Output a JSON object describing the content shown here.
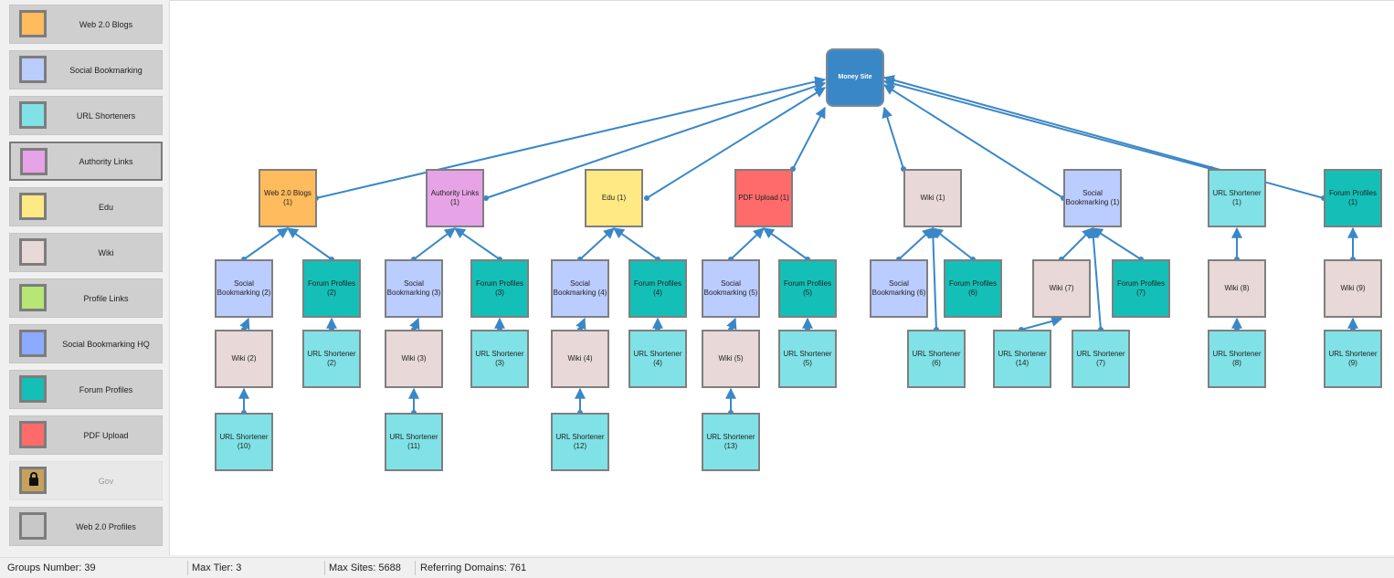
{
  "palette": [
    {
      "label": "Web 2.0 Blogs",
      "color": "#ffbb5c",
      "selected": false,
      "locked": false
    },
    {
      "label": "Social Bookmarking",
      "color": "#bbccff",
      "selected": false,
      "locked": false
    },
    {
      "label": "URL Shorteners",
      "color": "#80e2e6",
      "selected": false,
      "locked": false
    },
    {
      "label": "Authority Links",
      "color": "#e6a3e6",
      "selected": true,
      "locked": false
    },
    {
      "label": "Edu",
      "color": "#ffe985",
      "selected": false,
      "locked": false
    },
    {
      "label": "Wiki",
      "color": "#e8d8d8",
      "selected": false,
      "locked": false
    },
    {
      "label": "Profile Links",
      "color": "#b6e674",
      "selected": false,
      "locked": false
    },
    {
      "label": "Social Bookmarking HQ",
      "color": "#8caaff",
      "selected": false,
      "locked": false
    },
    {
      "label": "Forum Profiles",
      "color": "#14bfb7",
      "selected": false,
      "locked": false
    },
    {
      "label": "PDF Upload",
      "color": "#ff6b6b",
      "selected": false,
      "locked": false
    },
    {
      "label": "Gov",
      "color": "#c6a15b",
      "selected": false,
      "locked": true
    },
    {
      "label": "Web 2.0 Profiles",
      "color": "#c8c8c8",
      "selected": false,
      "locked": false
    }
  ],
  "graph": {
    "money": {
      "label": "Money Site",
      "color": "#3a87c8"
    },
    "tier1": [
      {
        "label": "Web 2.0 Blogs (1)",
        "color": "#ffbb5c"
      },
      {
        "label": "Authority Links (1)",
        "color": "#e6a3e6"
      },
      {
        "label": "Edu (1)",
        "color": "#ffe985"
      },
      {
        "label": "PDF Upload (1)",
        "color": "#ff6b6b"
      },
      {
        "label": "Wiki (1)",
        "color": "#e8d8d8"
      },
      {
        "label": "Social Bookmarking (1)",
        "color": "#bbccff"
      },
      {
        "label": "URL Shortener (1)",
        "color": "#80e2e6"
      },
      {
        "label": "Forum Profiles (1)",
        "color": "#14bfb7"
      }
    ],
    "tier2": [
      {
        "label": "Social Bookmarking (2)",
        "color": "#bbccff"
      },
      {
        "label": "Forum Profiles (2)",
        "color": "#14bfb7"
      },
      {
        "label": "Social Bookmarking (3)",
        "color": "#bbccff"
      },
      {
        "label": "Forum Profiles (3)",
        "color": "#14bfb7"
      },
      {
        "label": "Social Bookmarking (4)",
        "color": "#bbccff"
      },
      {
        "label": "Forum Profiles (4)",
        "color": "#14bfb7"
      },
      {
        "label": "Social Bookmarking (5)",
        "color": "#bbccff"
      },
      {
        "label": "Forum Profiles (5)",
        "color": "#14bfb7"
      },
      {
        "label": "Social Bookmarking (6)",
        "color": "#bbccff"
      },
      {
        "label": "Forum Profiles (6)",
        "color": "#14bfb7"
      },
      {
        "label": "Wiki (7)",
        "color": "#e8d8d8"
      },
      {
        "label": "Forum Profiles (7)",
        "color": "#14bfb7"
      },
      {
        "label": "Wiki (8)",
        "color": "#e8d8d8"
      },
      {
        "label": "Wiki (9)",
        "color": "#e8d8d8"
      }
    ],
    "tier3": [
      {
        "label": "Wiki (2)",
        "color": "#e8d8d8"
      },
      {
        "label": "URL Shortener (2)",
        "color": "#80e2e6"
      },
      {
        "label": "Wiki (3)",
        "color": "#e8d8d8"
      },
      {
        "label": "URL Shortener (3)",
        "color": "#80e2e6"
      },
      {
        "label": "Wiki (4)",
        "color": "#e8d8d8"
      },
      {
        "label": "URL Shortener (4)",
        "color": "#80e2e6"
      },
      {
        "label": "Wiki (5)",
        "color": "#e8d8d8"
      },
      {
        "label": "URL Shortener (5)",
        "color": "#80e2e6"
      },
      {
        "label": "URL Shortener (6)",
        "color": "#80e2e6"
      },
      {
        "label": "URL Shortener (14)",
        "color": "#80e2e6"
      },
      {
        "label": "URL Shortener (7)",
        "color": "#80e2e6"
      },
      {
        "label": "URL Shortener (8)",
        "color": "#80e2e6"
      },
      {
        "label": "URL Shortener (9)",
        "color": "#80e2e6"
      }
    ],
    "tier4": [
      {
        "label": "URL Shortener (10)",
        "color": "#80e2e6"
      },
      {
        "label": "URL Shortener (11)",
        "color": "#80e2e6"
      },
      {
        "label": "URL Shortener (12)",
        "color": "#80e2e6"
      },
      {
        "label": "URL Shortener (13)",
        "color": "#80e2e6"
      }
    ],
    "edge_color": "#3a87c8"
  },
  "status": {
    "groups": "Groups Number: 39",
    "max_tier": "Max Tier: 3",
    "max_sites": "Max Sites: 5688",
    "referring": "Referring Domains: 761"
  }
}
